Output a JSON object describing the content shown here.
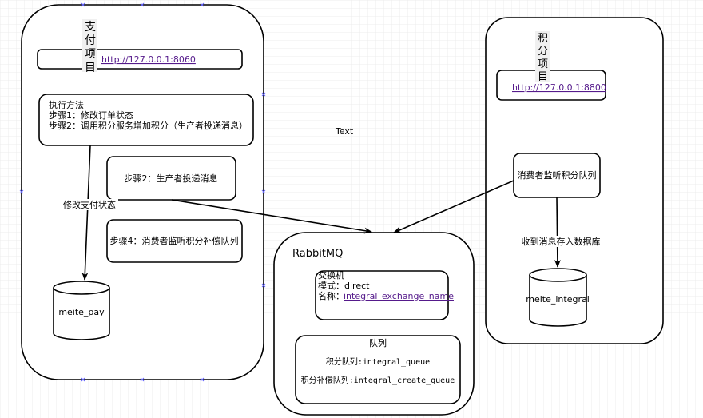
{
  "pay_project": {
    "title": "支付项目",
    "url": "http://127.0.0.1:8060",
    "exec": {
      "lines": [
        "执行方法",
        "步骤1：修改订单状态",
        "步骤2：调用积分服务增加积分（生产者投递消息）"
      ]
    },
    "step2": "步骤2：生产者投递消息",
    "step4": "步骤4：消费者监听积分补偿队列",
    "db": "meite_pay",
    "edge_label": "修改支付状态"
  },
  "integral_project": {
    "title": "积分项目",
    "url": "http://127.0.0.1:8800",
    "consumer": "消费者监听积分队列",
    "db": "meite_integral",
    "edge_label": "收到消息存入数据库"
  },
  "rabbitmq": {
    "title": "RabbitMQ",
    "exchange": {
      "title": "交换机",
      "mode": "模式：direct",
      "name_label": "名称：",
      "name": "integral_exchange_name"
    },
    "queue": {
      "title": "队列",
      "items": [
        "积分队列:integral_queue",
        "积分补偿队列:integral_create_queue"
      ]
    }
  },
  "floating_text": "Text"
}
